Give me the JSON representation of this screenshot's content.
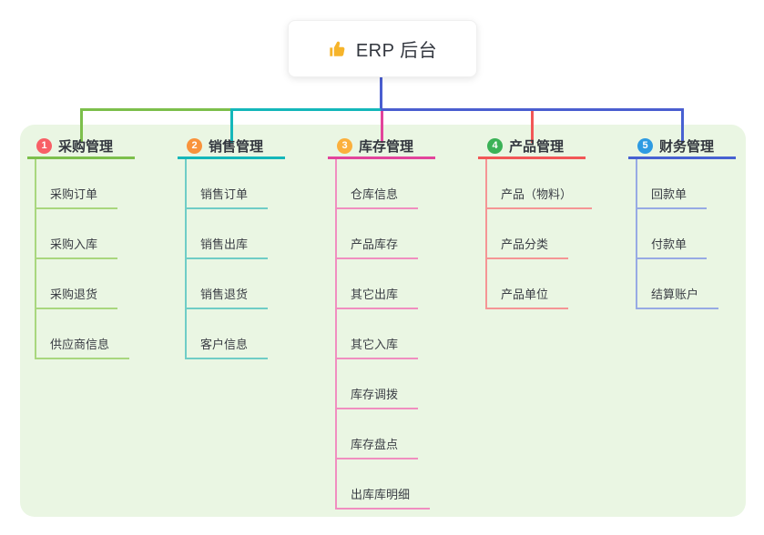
{
  "root": {
    "label": "ERP 后台",
    "icon": "thumbs-up"
  },
  "panel": {
    "background": "#eaf6e3"
  },
  "connector": {
    "color": "#4a5ed0"
  },
  "branches": [
    {
      "number": "1",
      "label": "采购管理",
      "badge_color": "#f85f66",
      "line_color": "#7cbf4b",
      "light_color": "#a9d77e",
      "items": [
        "采购订单",
        "采购入库",
        "采购退货",
        "供应商信息"
      ]
    },
    {
      "number": "2",
      "label": "销售管理",
      "badge_color": "#f9933c",
      "line_color": "#14b7ba",
      "light_color": "#6fcdc6",
      "items": [
        "销售订单",
        "销售出库",
        "销售退货",
        "客户信息"
      ]
    },
    {
      "number": "3",
      "label": "库存管理",
      "badge_color": "#fbb03d",
      "line_color": "#e2449b",
      "light_color": "#f08ec0",
      "items": [
        "仓库信息",
        "产品库存",
        "其它出库",
        "其它入库",
        "库存调拨",
        "库存盘点",
        "出库库明细"
      ]
    },
    {
      "number": "4",
      "label": "产品管理",
      "badge_color": "#3bb257",
      "line_color": "#f25757",
      "light_color": "#f59595",
      "items": [
        "产品（物料）",
        "产品分类",
        "产品单位"
      ]
    },
    {
      "number": "5",
      "label": "财务管理",
      "badge_color": "#2e9be2",
      "line_color": "#4761d2",
      "light_color": "#97aae4",
      "items": [
        "回款单",
        "付款单",
        "结算账户"
      ]
    }
  ]
}
